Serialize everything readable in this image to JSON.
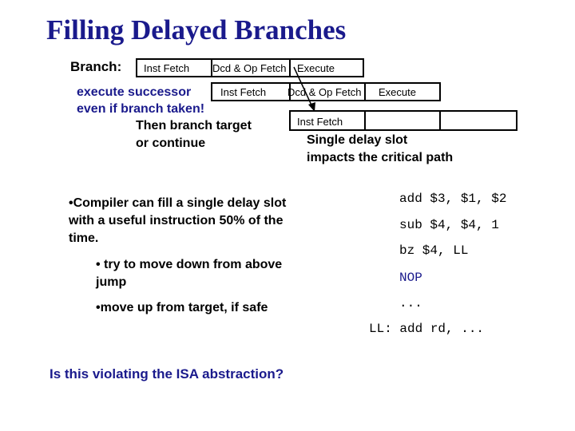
{
  "slide": {
    "title": "Filling Delayed Branches",
    "branch_label": "Branch:",
    "row1": {
      "fetch": "Inst Fetch",
      "decode": "Dcd & Op Fetch",
      "execute": "Execute"
    },
    "row2": {
      "label": "execute successor",
      "fetch": "Inst Fetch",
      "decode": "Dcd & Op Fetch",
      "execute": "Execute"
    },
    "row2_label2": "even if branch taken!",
    "row3": {
      "fetch": "Inst Fetch"
    },
    "then_line1": "Then branch target",
    "then_line2": "or continue",
    "slot_line1": "Single delay slot",
    "slot_line2": "impacts the critical path",
    "bullet1_line1": "•Compiler can fill a single delay slot",
    "bullet1_line2": "with a useful instruction 50% of the",
    "bullet1_line3": "time.",
    "bullet2_line1": "• try to move down from above",
    "bullet2_line2": "jump",
    "bullet3": "•move up from target, if safe",
    "question": "Is this violating the ISA abstraction?",
    "code": [
      "add $3, $1, $2",
      "sub $4, $4, 1",
      "bz $4, LL",
      "NOP",
      "...",
      "LL: add rd, ..."
    ]
  }
}
